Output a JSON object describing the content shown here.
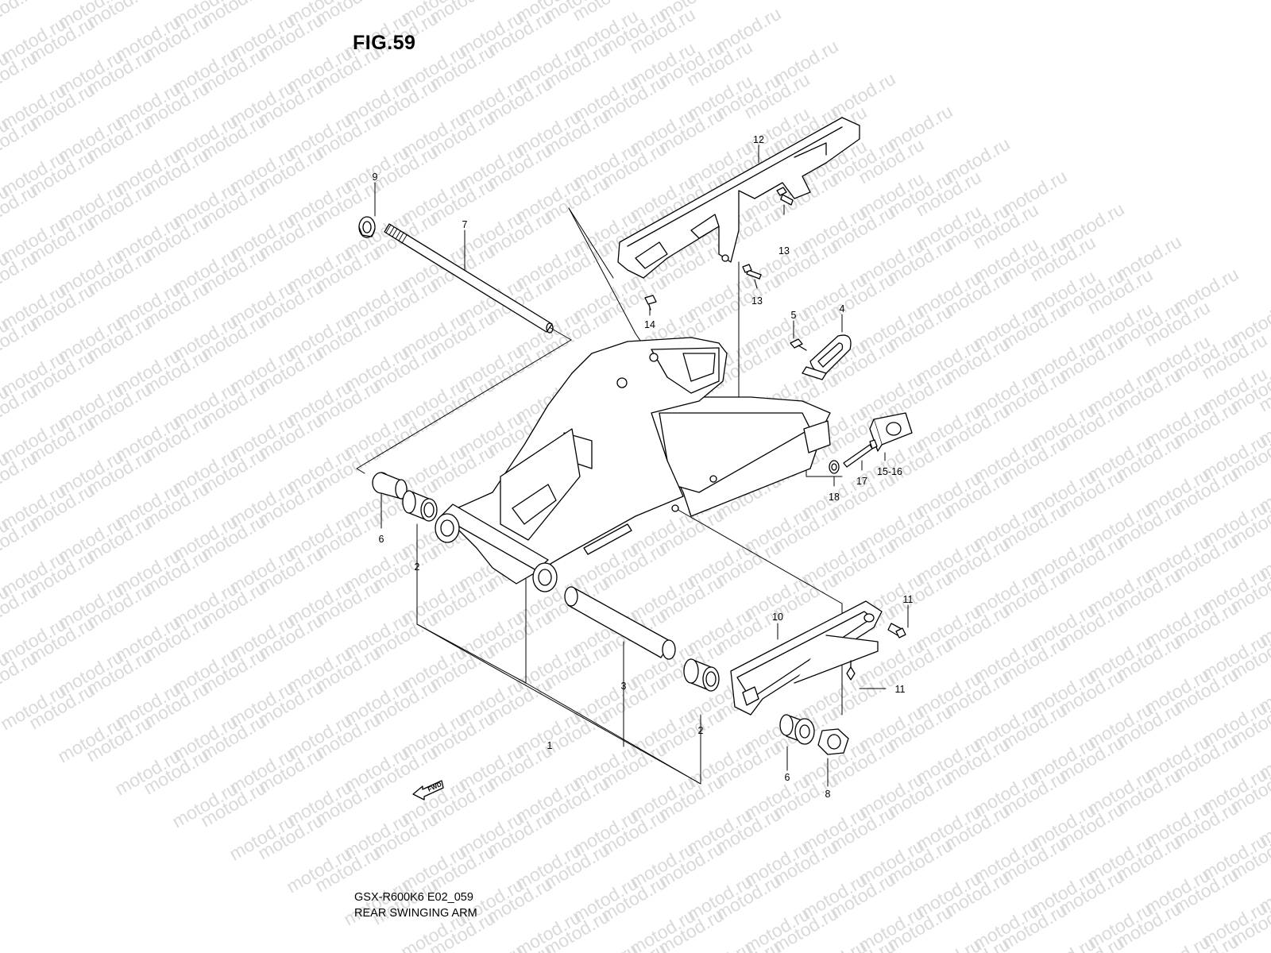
{
  "figure": {
    "title": "FIG.59",
    "model_code": "GSX-R600K6 E02_059",
    "name": "REAR SWINGING ARM",
    "watermark": "motod.ru",
    "fwd_label": "FWD"
  },
  "callouts": [
    {
      "id": "p9",
      "label": "9"
    },
    {
      "id": "p7",
      "label": "7"
    },
    {
      "id": "p12",
      "label": "12"
    },
    {
      "id": "p13a",
      "label": "13"
    },
    {
      "id": "p13b",
      "label": "13"
    },
    {
      "id": "p14",
      "label": "14"
    },
    {
      "id": "p5",
      "label": "5"
    },
    {
      "id": "p4",
      "label": "4"
    },
    {
      "id": "p1516",
      "label": "15-16"
    },
    {
      "id": "p17",
      "label": "17"
    },
    {
      "id": "p18",
      "label": "18"
    },
    {
      "id": "p6a",
      "label": "6"
    },
    {
      "id": "p2a",
      "label": "2"
    },
    {
      "id": "p11a",
      "label": "11"
    },
    {
      "id": "p10",
      "label": "10"
    },
    {
      "id": "p11b",
      "label": "11"
    },
    {
      "id": "p3",
      "label": "3"
    },
    {
      "id": "p2b",
      "label": "2"
    },
    {
      "id": "p1",
      "label": "1"
    },
    {
      "id": "p6b",
      "label": "6"
    },
    {
      "id": "p8",
      "label": "8"
    }
  ]
}
